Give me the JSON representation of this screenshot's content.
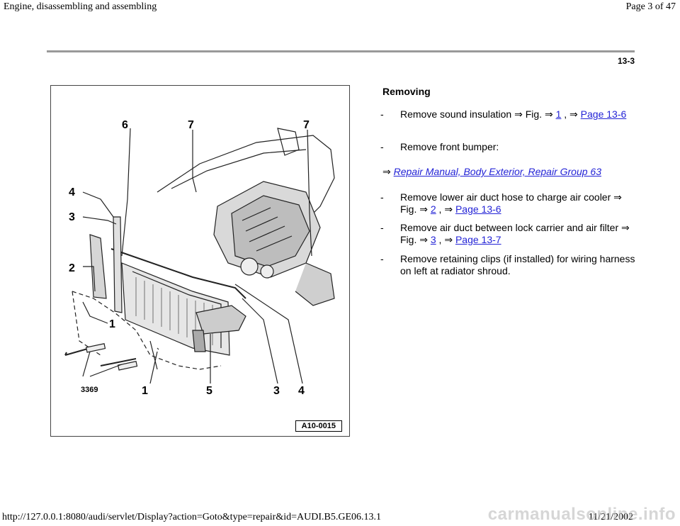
{
  "header": {
    "title": "Engine, disassembling and assembling",
    "page_indicator": "Page 3 of 47"
  },
  "page_number": "13-3",
  "figure": {
    "id_label": "A10-0015",
    "callouts": [
      "6",
      "7",
      "7",
      "4",
      "3",
      "2",
      "1",
      "1",
      "5",
      "3",
      "4",
      "3369"
    ]
  },
  "section_heading": "Removing",
  "steps": [
    {
      "dash": "-",
      "text": "Remove sound insulation ⇒ Fig. ⇒ ",
      "link1": "1",
      "mid": " , ⇒ ",
      "link2": "Page 13-6"
    },
    {
      "dash": "-",
      "text": "Remove front bumper:"
    },
    {
      "dash": "-",
      "text": "Remove lower air duct hose to charge air cooler ⇒ Fig. ⇒ ",
      "link1": "2",
      "mid": " , ⇒ ",
      "link2": "Page 13-6"
    },
    {
      "dash": "-",
      "text": "Remove air duct between lock carrier and air filter ⇒ Fig. ⇒ ",
      "link1": "3",
      "mid": " , ⇒ ",
      "link2": "Page 13-7"
    },
    {
      "dash": "-",
      "text": "Remove retaining clips (if installed) for wiring harness on left at radiator shroud."
    }
  ],
  "reference": {
    "arrow": "⇒",
    "link": "Repair Manual, Body Exterior, Repair Group 63"
  },
  "footer": {
    "url": "http://127.0.0.1:8080/audi/servlet/Display?action=Goto&type=repair&id=AUDI.B5.GE06.13.1",
    "date": "11/21/2002",
    "watermark": "carmanualsonline.info"
  }
}
